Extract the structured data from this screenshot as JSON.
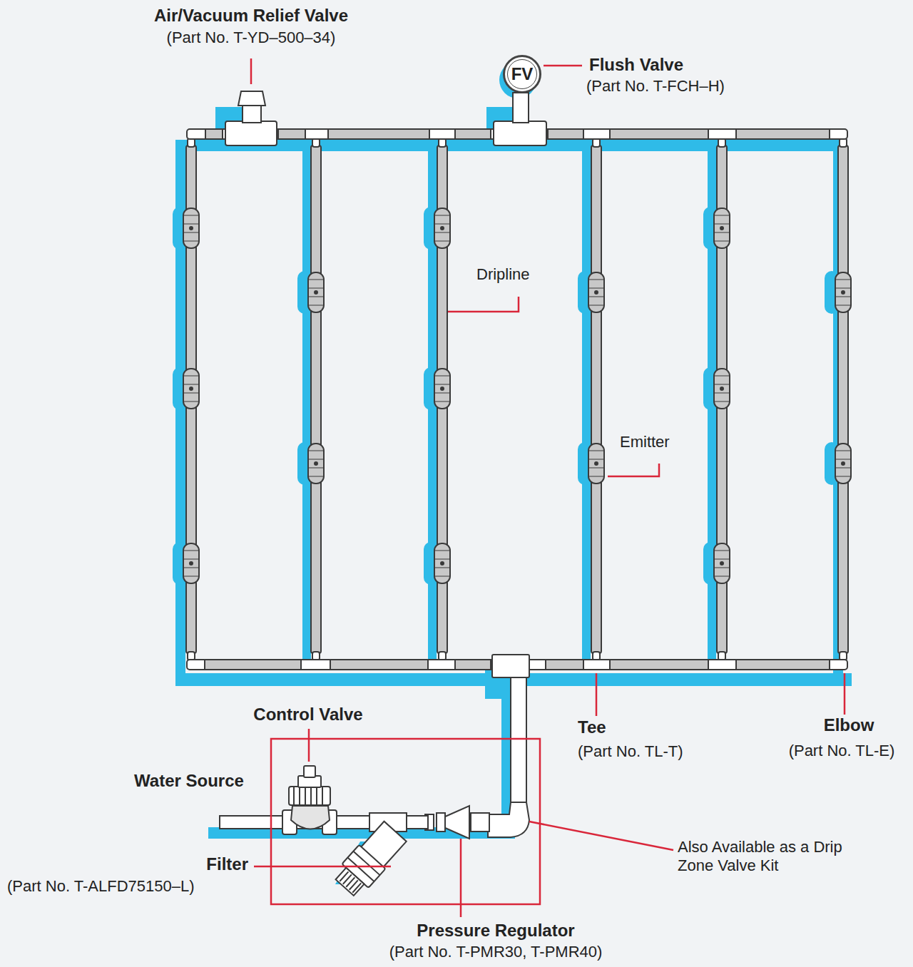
{
  "diagram": {
    "nodes": [
      {
        "text": [
          "FV"
        ]
      }
    ],
    "labels": [
      "Air/Vacuum Relief Valve",
      "(Part No. T-YD–500–34)",
      "Flush Valve",
      "(Part No. T-FCH–H)",
      "Dripline",
      "Emitter",
      "Tee",
      "(Part No. TL-T)",
      "Elbow",
      "(Part No. TL-E)",
      "Control Valve",
      "Water Source",
      "Filter",
      "(Part No. T-ALFD75150–L)",
      "Also Available as a Drip Zone Valve Kit",
      "Pressure Regulator",
      "(Part No. T-PMR30, T-PMR40)"
    ]
  }
}
